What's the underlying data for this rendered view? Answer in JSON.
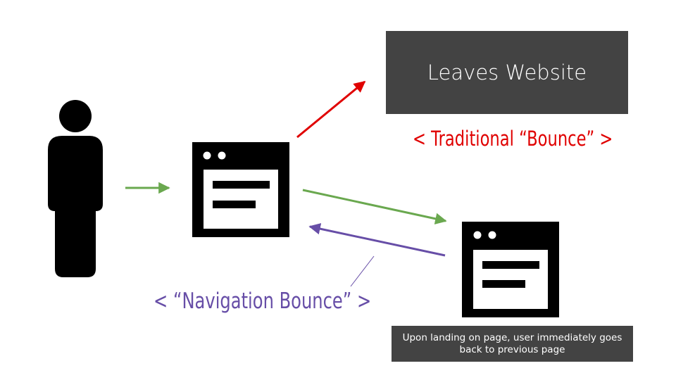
{
  "website_label": "Leaves Website",
  "traditional_bounce_label": "< Traditional “Bounce” >",
  "navigation_bounce_label": "< “Navigation Bounce” >",
  "note": "Upon landing on page, user immediately goes back to previous page",
  "icons": {
    "user": "person-icon",
    "page_1": "browser-window-icon",
    "page_2": "browser-window-icon"
  },
  "colors": {
    "traditional_bounce": "#e00000",
    "navigation_bounce": "#674ea7",
    "forward_navigation": "#6aa84f",
    "box_fill": "#434343"
  }
}
